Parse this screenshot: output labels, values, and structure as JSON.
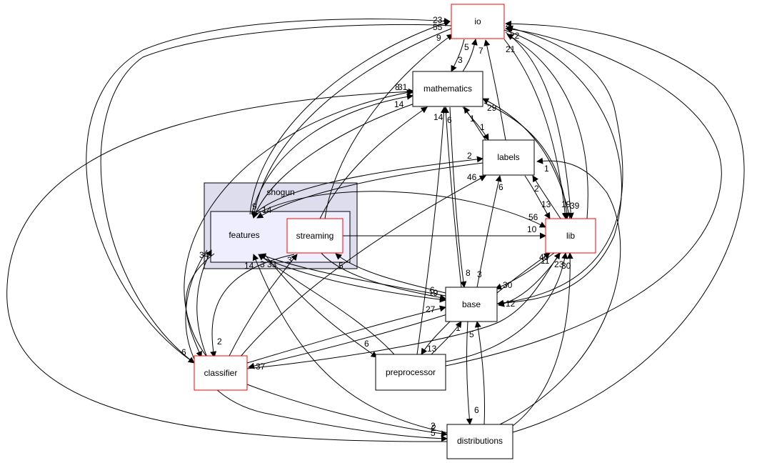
{
  "graph": {
    "cluster_label": "shogun",
    "nodes": {
      "io": {
        "label": "io",
        "border": "#ff0000"
      },
      "mathematics": {
        "label": "mathematics",
        "border": "#000000"
      },
      "labels": {
        "label": "labels",
        "border": "#000000"
      },
      "lib": {
        "label": "lib",
        "border": "#ff0000"
      },
      "base": {
        "label": "base",
        "border": "#000000"
      },
      "classifier": {
        "label": "classifier",
        "border": "#ff0000"
      },
      "preprocessor": {
        "label": "preprocessor",
        "border": "#000000"
      },
      "distributions": {
        "label": "distributions",
        "border": "#000000"
      },
      "features": {
        "label": "features",
        "border": "#000000"
      },
      "streaming": {
        "label": "streaming",
        "border": "#ff0000"
      }
    },
    "edge_labels": [
      "23",
      "55",
      "9",
      "5",
      "7",
      "3",
      "8",
      "31",
      "14",
      "14",
      "6",
      "1",
      "1",
      "29",
      "2",
      "46",
      "6",
      "2",
      "1",
      "13",
      "19",
      "39",
      "56",
      "10",
      "40",
      "11",
      "23",
      "30",
      "30",
      "12",
      "4",
      "22",
      "21",
      "8",
      "3",
      "19",
      "27",
      "1",
      "13",
      "5",
      "6",
      "2",
      "37",
      "6",
      "6",
      "2",
      "3",
      "5",
      "5",
      "14",
      "3",
      "33",
      "9",
      "14",
      "34",
      "2",
      "6"
    ]
  }
}
